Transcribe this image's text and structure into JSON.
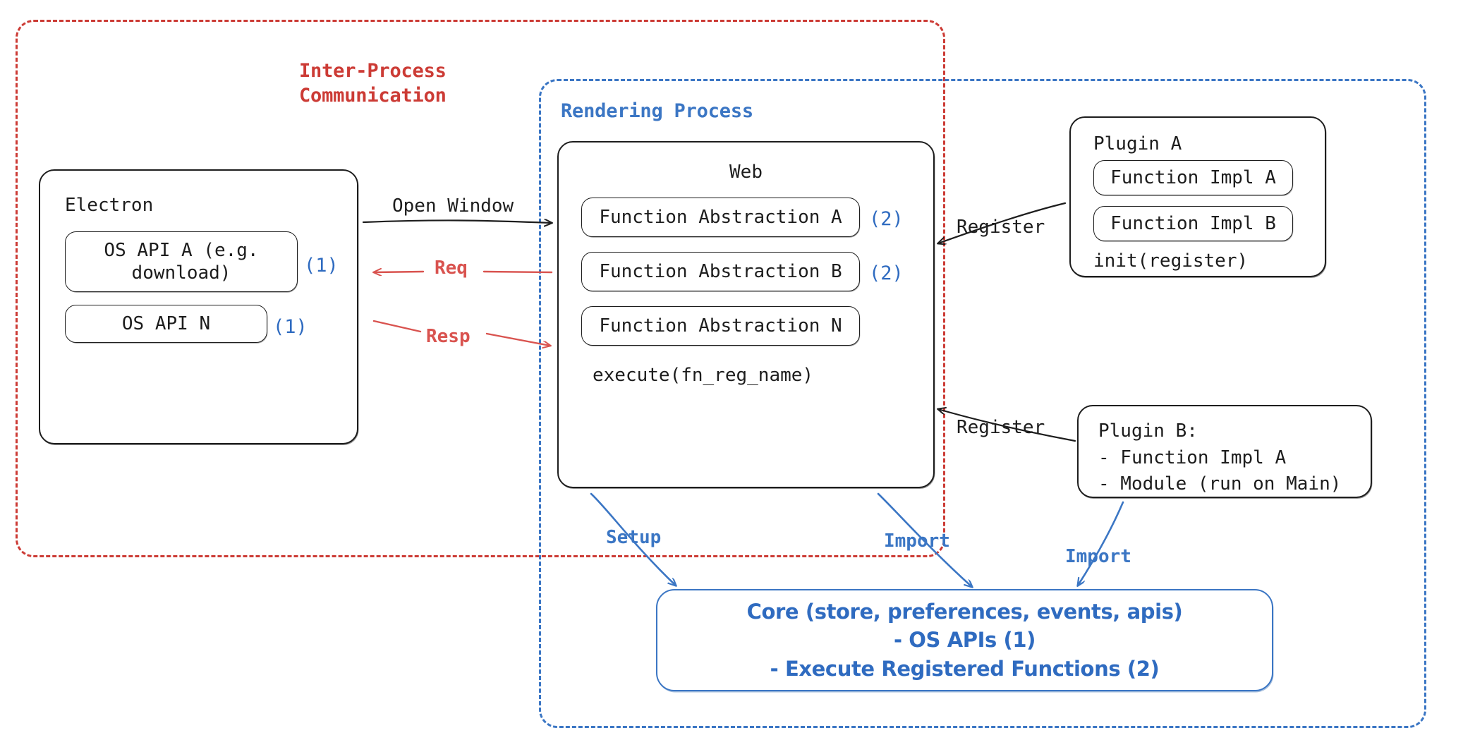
{
  "diagram": {
    "title": "Electron plugin architecture",
    "colors": {
      "ipc_red": "#cc3b35",
      "render_blue": "#3b76c4",
      "marker_blue": "#2f6bc0",
      "arrow_red": "#d9534f",
      "stroke_black": "#1d1d1d"
    }
  },
  "regions": {
    "ipc": {
      "label": "Inter-Process\nCommunication"
    },
    "rendering": {
      "label": "Rendering Process"
    }
  },
  "electron": {
    "title": "Electron",
    "items": [
      {
        "text": "OS API A (e.g.\ndownload)",
        "marker": "(1)"
      },
      {
        "text": "OS API N",
        "marker": "(1)"
      }
    ]
  },
  "web": {
    "title": "Web",
    "items": [
      {
        "text": "Function Abstraction A",
        "marker": "(2)"
      },
      {
        "text": "Function Abstraction B",
        "marker": "(2)"
      },
      {
        "text": "Function Abstraction N",
        "marker": ""
      }
    ],
    "note": "execute(fn_reg_name)"
  },
  "plugin_a": {
    "title": "Plugin A",
    "items": [
      {
        "text": "Function Impl A"
      },
      {
        "text": "Function Impl B"
      }
    ],
    "note": "init(register)"
  },
  "plugin_b": {
    "body": "Plugin B:\n- Function Impl A\n- Module (run on Main)"
  },
  "core": {
    "text": "Core (store, preferences, events, apis)\n- OS APIs (1)\n- Execute Registered Functions (2)"
  },
  "edges": {
    "open_window": "Open Window",
    "req": "Req",
    "resp": "Resp",
    "register_a": "Register",
    "register_b": "Register",
    "setup": "Setup",
    "import_web": "Import",
    "import_plugin_b": "Import"
  }
}
